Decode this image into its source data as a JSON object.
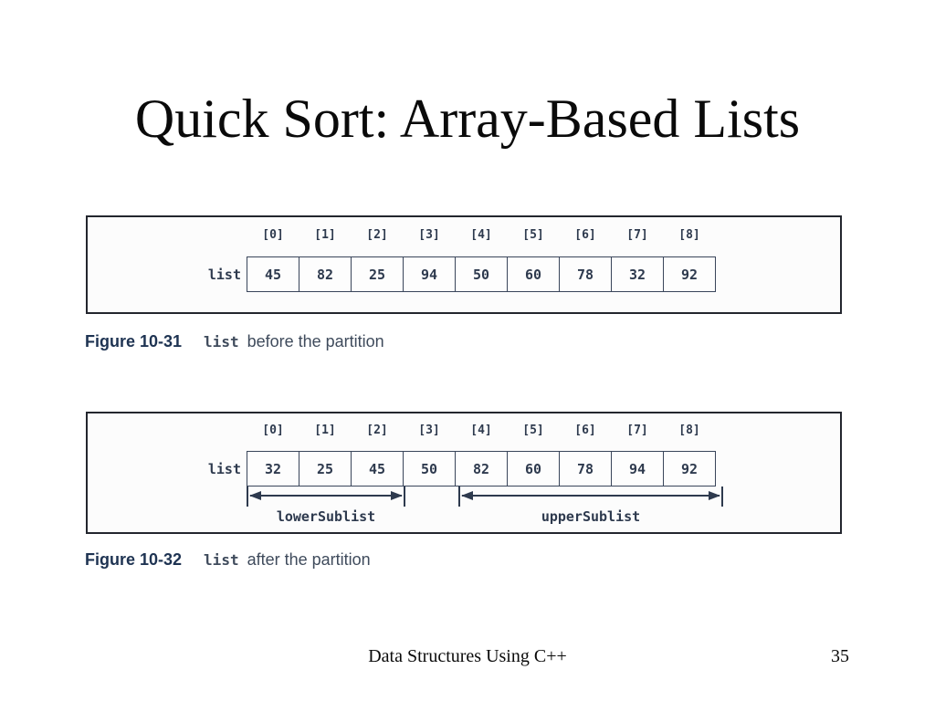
{
  "slide": {
    "title": "Quick Sort: Array-Based Lists",
    "footer": {
      "center": "Data Structures Using C++",
      "page_number": "35"
    }
  },
  "figures": [
    {
      "label": "Figure 10-31",
      "caption_code": "list",
      "caption_text": "before the partition",
      "array_label": "list",
      "indices": [
        "[0]",
        "[1]",
        "[2]",
        "[3]",
        "[4]",
        "[5]",
        "[6]",
        "[7]",
        "[8]"
      ],
      "values": [
        "45",
        "82",
        "25",
        "94",
        "50",
        "60",
        "78",
        "32",
        "92"
      ],
      "sublists": []
    },
    {
      "label": "Figure 10-32",
      "caption_code": "list",
      "caption_text": "after the partition",
      "array_label": "list",
      "indices": [
        "[0]",
        "[1]",
        "[2]",
        "[3]",
        "[4]",
        "[5]",
        "[6]",
        "[7]",
        "[8]"
      ],
      "values": [
        "32",
        "25",
        "45",
        "50",
        "82",
        "60",
        "78",
        "94",
        "92"
      ],
      "sublists": [
        {
          "label": "lowerSublist",
          "from": 0,
          "to": 2
        },
        {
          "label": "upperSublist",
          "from": 4,
          "to": 8
        }
      ]
    }
  ],
  "colors": {
    "ink": "#0a0a0a",
    "figure-border": "#23262e",
    "figure-bg": "#fcfcfc",
    "figure-ink": "#2e3a4e",
    "cell-border": "#39455a",
    "caption-label": "#1e3352",
    "caption-text": "#3f4b5c"
  }
}
